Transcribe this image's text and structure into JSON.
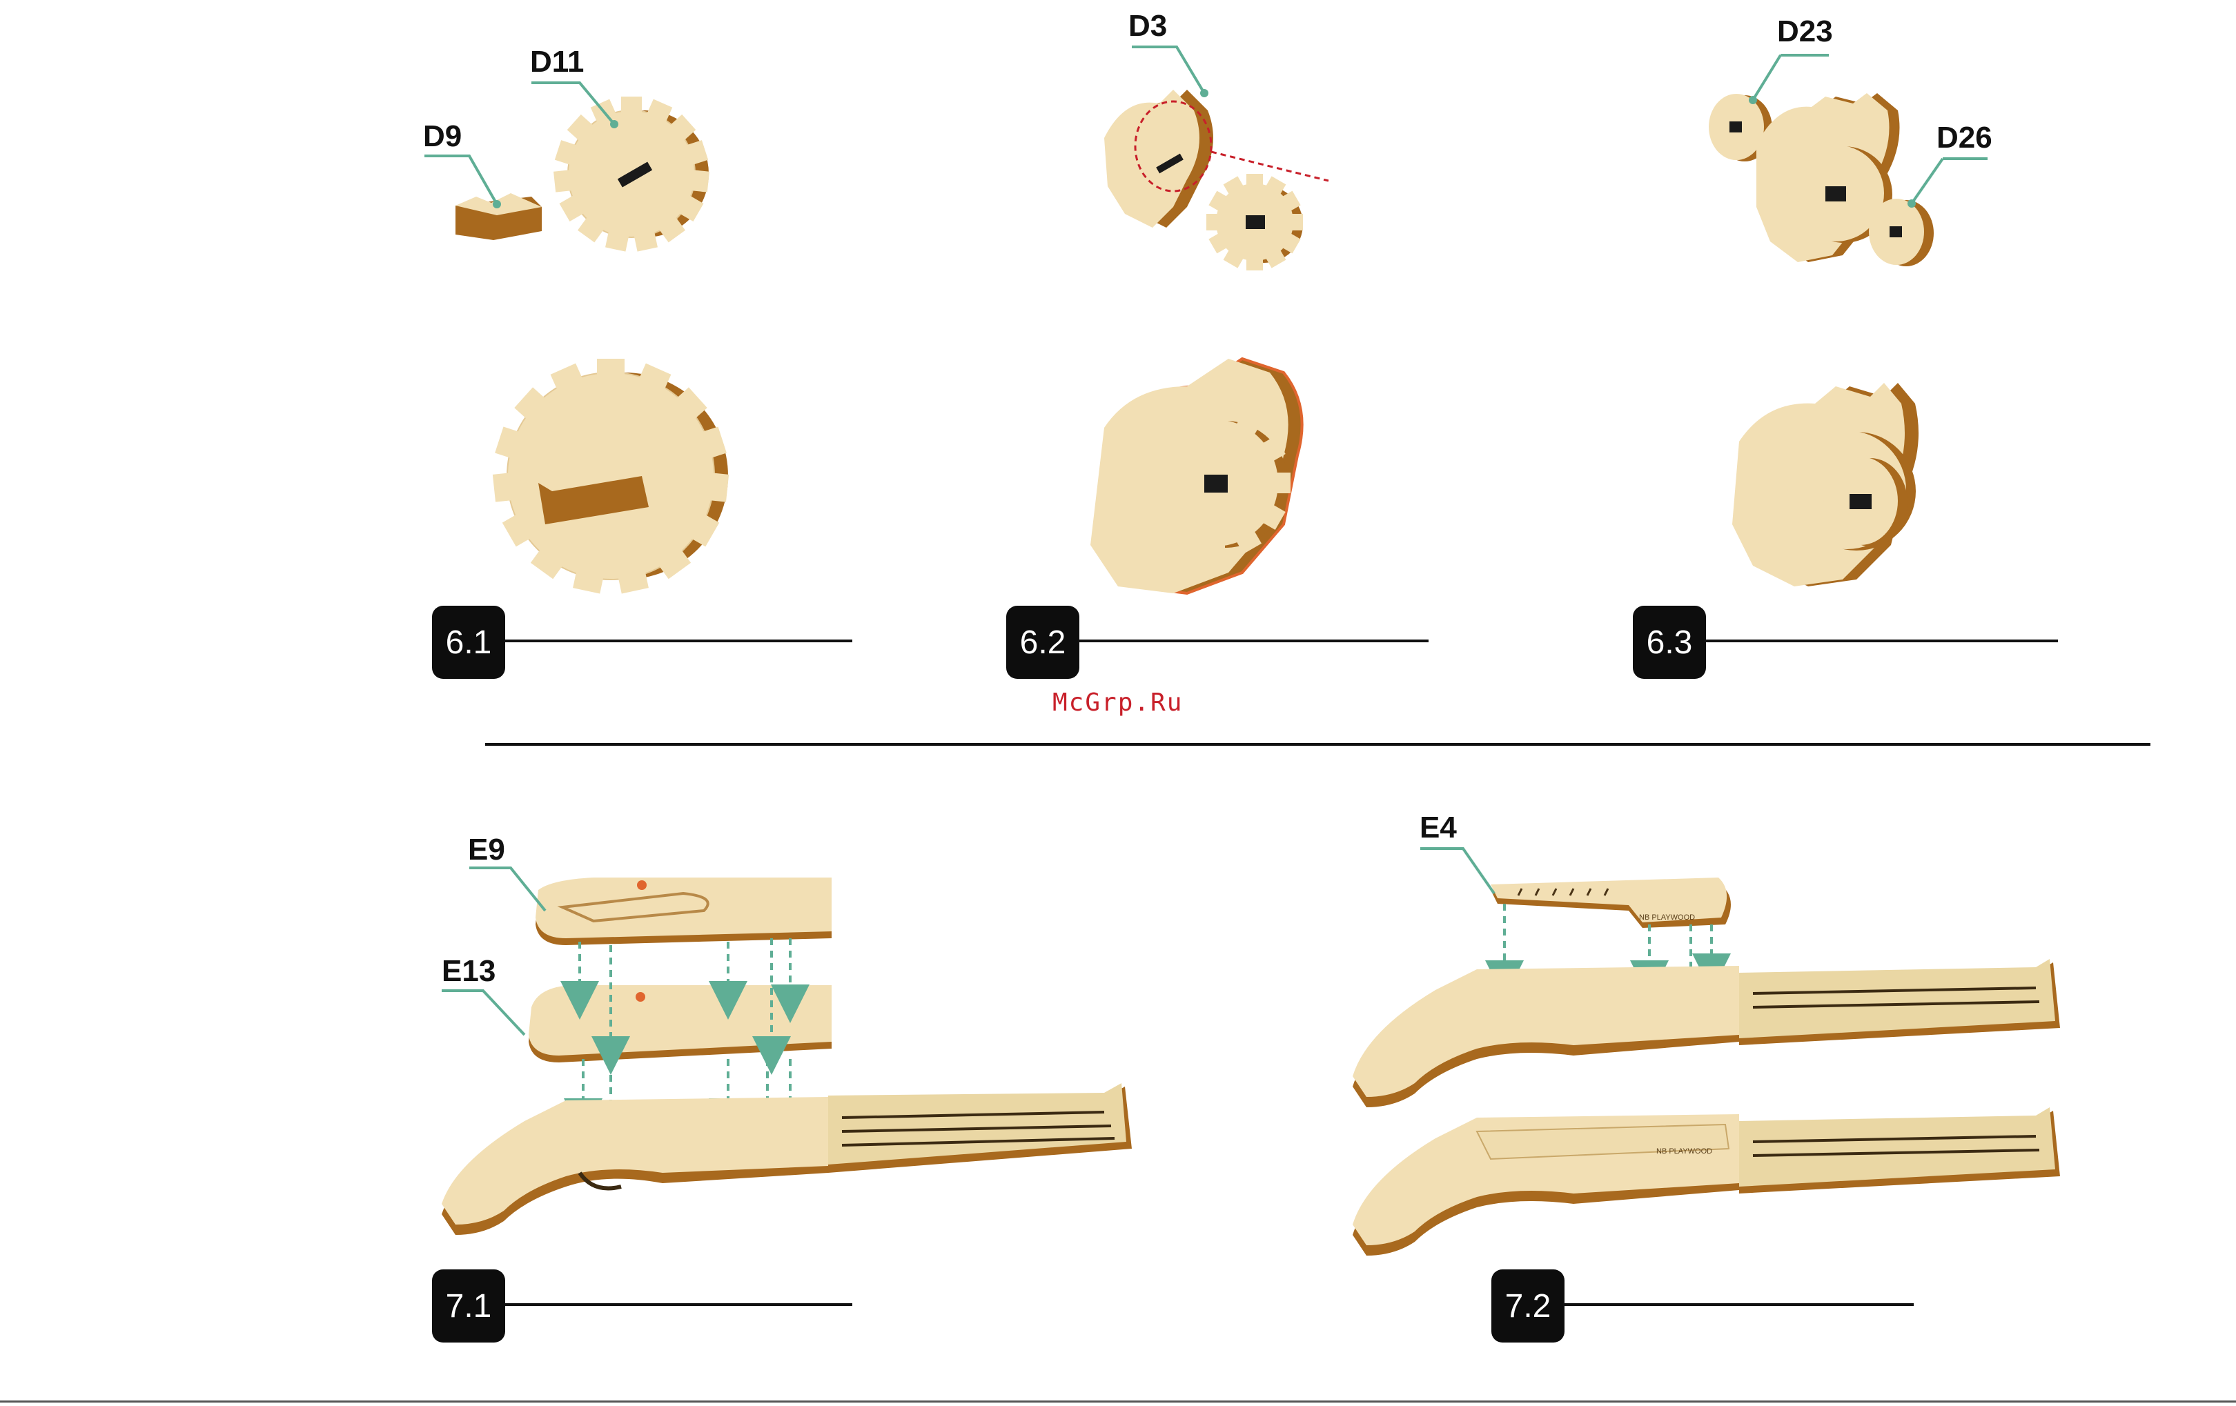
{
  "section6": {
    "steps": [
      {
        "number": "6.1",
        "parts": [
          "D9",
          "D11"
        ]
      },
      {
        "number": "6.2",
        "parts": [
          "D3"
        ]
      },
      {
        "number": "6.3",
        "parts": [
          "D23",
          "D26"
        ]
      }
    ]
  },
  "watermark": "McGrp.Ru",
  "section7": {
    "steps": [
      {
        "number": "7.1",
        "parts": [
          "E9",
          "E13"
        ]
      },
      {
        "number": "7.2",
        "parts": [
          "E4"
        ]
      }
    ]
  },
  "engraving": "NB PLAYWOOD",
  "colors": {
    "wood_face": "#f2dfb4",
    "wood_edge": "#a8691e",
    "leader": "#5fae95",
    "highlight": "#e0652e",
    "badge": "#0d0d0d"
  }
}
